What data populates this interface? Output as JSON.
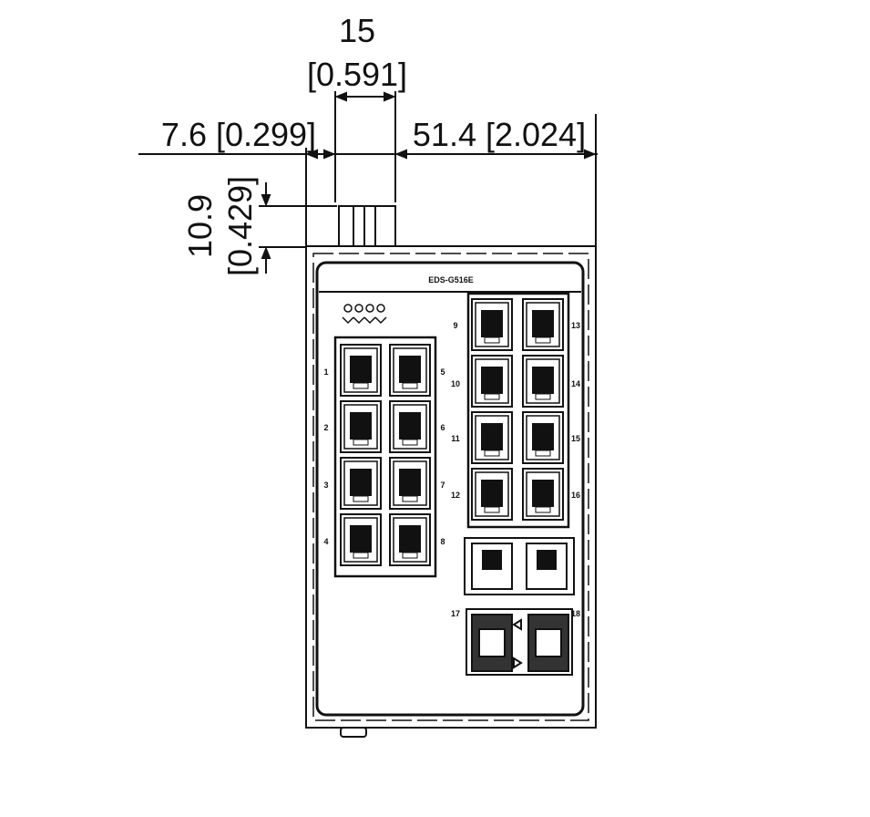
{
  "dimensions": {
    "top_width_mm": "15",
    "top_width_in": "[0.591]",
    "left_offset": "7.6 [0.299]",
    "right_offset": "51.4 [2.024]",
    "height_mm": "10.9",
    "height_in": "[0.429]"
  },
  "device": {
    "model_label": "EDS-G516E",
    "left_port_labels": [
      "1",
      "2",
      "3",
      "4"
    ],
    "left_port_labels_right": [
      "5",
      "6",
      "7",
      "8"
    ],
    "right_port_labels_left": [
      "9",
      "10",
      "11",
      "12"
    ],
    "right_port_labels_right": [
      "13",
      "14",
      "15",
      "16"
    ],
    "sfp_labels": [
      "17",
      "18"
    ]
  }
}
